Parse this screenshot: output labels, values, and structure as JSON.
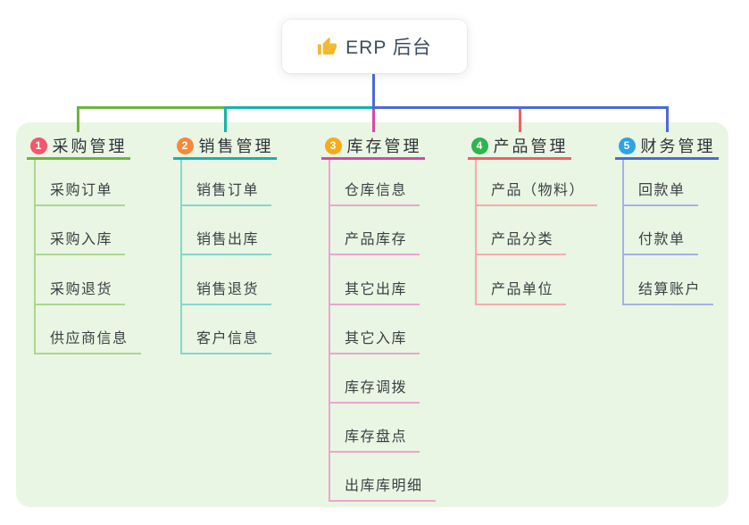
{
  "root": {
    "label": "ERP 后台",
    "icon": "thumbs-up-icon",
    "icon_color": "#f5b82e"
  },
  "connector_color": "#4c69d9",
  "panel_color": "#e9f6e3",
  "branches": [
    {
      "index": "1",
      "label": "采购管理",
      "badge_color": "#f4566c",
      "line_color": "#6eb43d",
      "child_line_color": "#abd78f",
      "children": [
        "采购订单",
        "采购入库",
        "采购退货",
        "供应商信息"
      ]
    },
    {
      "index": "2",
      "label": "销售管理",
      "badge_color": "#f7893b",
      "line_color": "#16b3ab",
      "child_line_color": "#85d6cf",
      "children": [
        "销售订单",
        "销售出库",
        "销售退货",
        "客户信息"
      ]
    },
    {
      "index": "3",
      "label": "库存管理",
      "badge_color": "#f8ab17",
      "line_color": "#d44aa2",
      "child_line_color": "#eda4d0",
      "children": [
        "仓库信息",
        "产品库存",
        "其它出库",
        "其它入库",
        "库存调拨",
        "库存盘点",
        "出库库明细"
      ]
    },
    {
      "index": "4",
      "label": "产品管理",
      "badge_color": "#2db54e",
      "line_color": "#f25f5f",
      "child_line_color": "#f8abab",
      "children": [
        "产品（物料）",
        "产品分类",
        "产品单位"
      ]
    },
    {
      "index": "5",
      "label": "财务管理",
      "badge_color": "#2ea3e6",
      "line_color": "#4c69d9",
      "child_line_color": "#a3b1e8",
      "children": [
        "回款单",
        "付款单",
        "结算账户"
      ]
    }
  ]
}
